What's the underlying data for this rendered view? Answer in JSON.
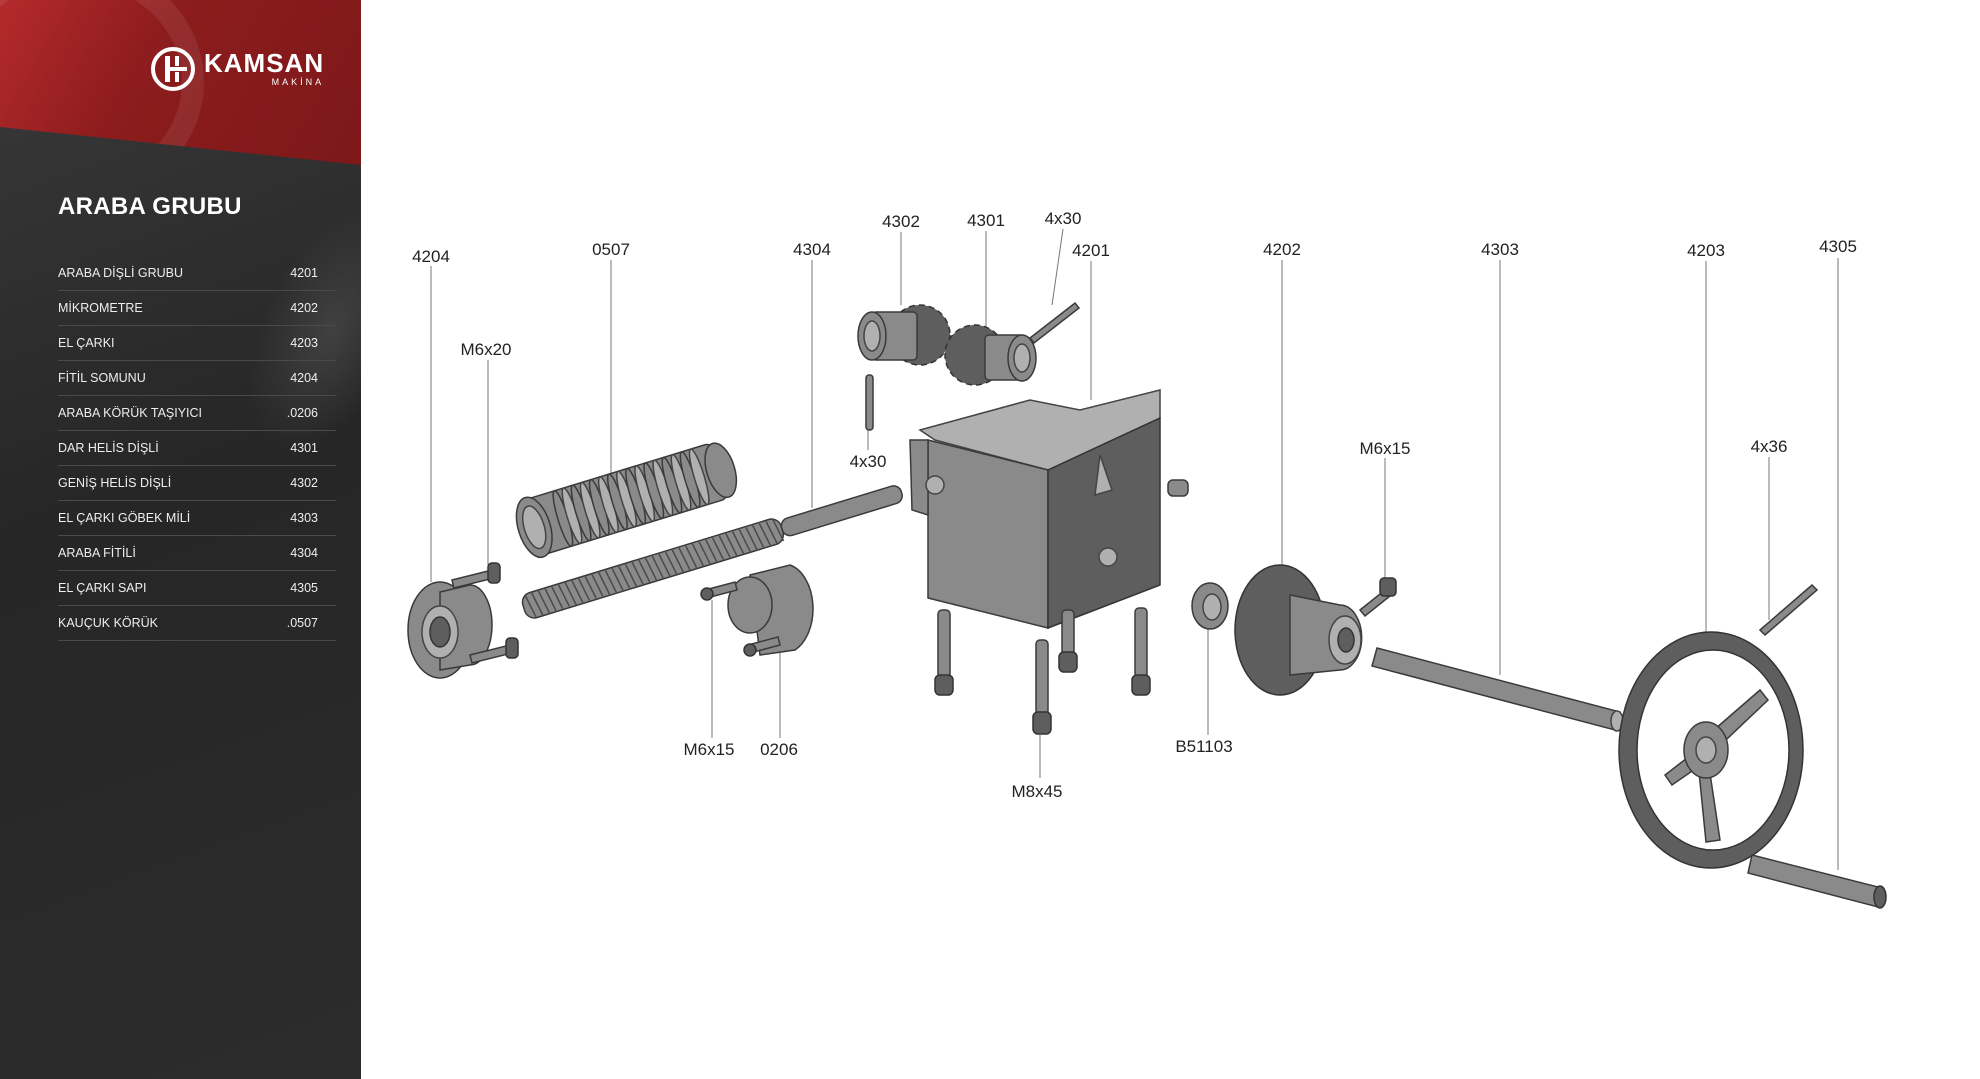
{
  "brand": {
    "name": "KAMSAN",
    "sub": "MAKİNA"
  },
  "group_title": "ARABA GRUBU",
  "parts": [
    {
      "name": "ARABA DİŞLİ GRUBU",
      "code": "4201"
    },
    {
      "name": "MİKROMETRE",
      "code": "4202"
    },
    {
      "name": "EL ÇARKI",
      "code": "4203"
    },
    {
      "name": "FİTİL SOMUNU",
      "code": "4204"
    },
    {
      "name": "ARABA KÖRÜK TAŞIYICI",
      "code": ".0206"
    },
    {
      "name": "DAR HELİS DİŞLİ",
      "code": "4301"
    },
    {
      "name": "GENİŞ HELİS DİŞLİ",
      "code": "4302"
    },
    {
      "name": "EL ÇARKI GÖBEK MİLİ",
      "code": "4303"
    },
    {
      "name": "ARABA FİTİLİ",
      "code": "4304"
    },
    {
      "name": "EL ÇARKI SAPI",
      "code": "4305"
    },
    {
      "name": "KAUÇUK KÖRÜK",
      "code": ".0507"
    }
  ],
  "callouts": {
    "c4204": "4204",
    "c0507": "0507",
    "c4304": "4304",
    "c4302": "4302",
    "c4301": "4301",
    "c4x30a": "4x30",
    "c4201": "4201",
    "c4202": "4202",
    "c4303": "4303",
    "c4203": "4203",
    "c4305": "4305",
    "cM6x20": "M6x20",
    "c4x30b": "4x30",
    "cM6x15a": "M6x15",
    "c4x36": "4x36",
    "cM6x15b": "M6x15",
    "c0206": "0206",
    "cM8x45": "M8x45",
    "cB51103": "B51103"
  }
}
